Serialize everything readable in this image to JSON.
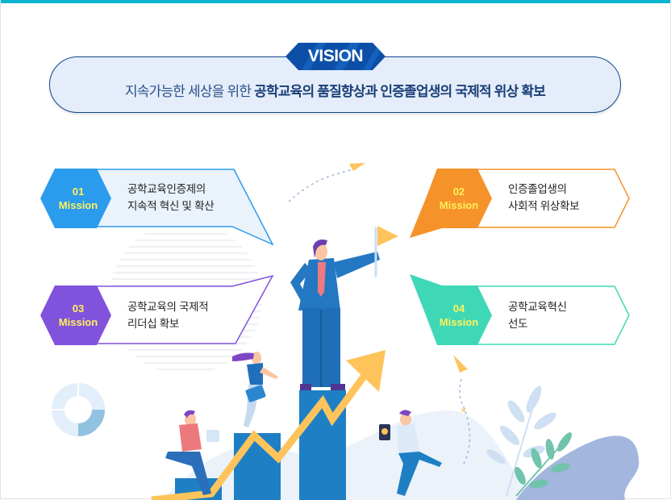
{
  "vision": {
    "badge_label": "VISION",
    "statement_light": "지속가능한 세상을 위한 ",
    "statement_bold": "공학교육의 품질향상과 인증졸업생의 국제적 위상 확보"
  },
  "missions": [
    {
      "number": "01",
      "label": "Mission",
      "line1": "공학교육인증제의",
      "line2": "지속적 혁신 및 확산",
      "color": "#2b9bed"
    },
    {
      "number": "02",
      "label": "Mission",
      "line1": "인증졸업생의",
      "line2": "사회적 위상확보",
      "color": "#f5922a"
    },
    {
      "number": "03",
      "label": "Mission",
      "line1": "공학교육의 국제적",
      "line2": "리더십 확보",
      "color": "#8152dc"
    },
    {
      "number": "04",
      "label": "Mission",
      "line1": "공학교육혁신",
      "line2": "선도",
      "color": "#3fd8b6"
    }
  ],
  "colors": {
    "top_bar": "#0bb3d0",
    "vision_border": "#13478f",
    "vision_fill": "#e4edf9",
    "mission_number_text": "#fff25a",
    "bar_blue": "#1f7fc4",
    "arrow_yellow": "#fec45b"
  }
}
